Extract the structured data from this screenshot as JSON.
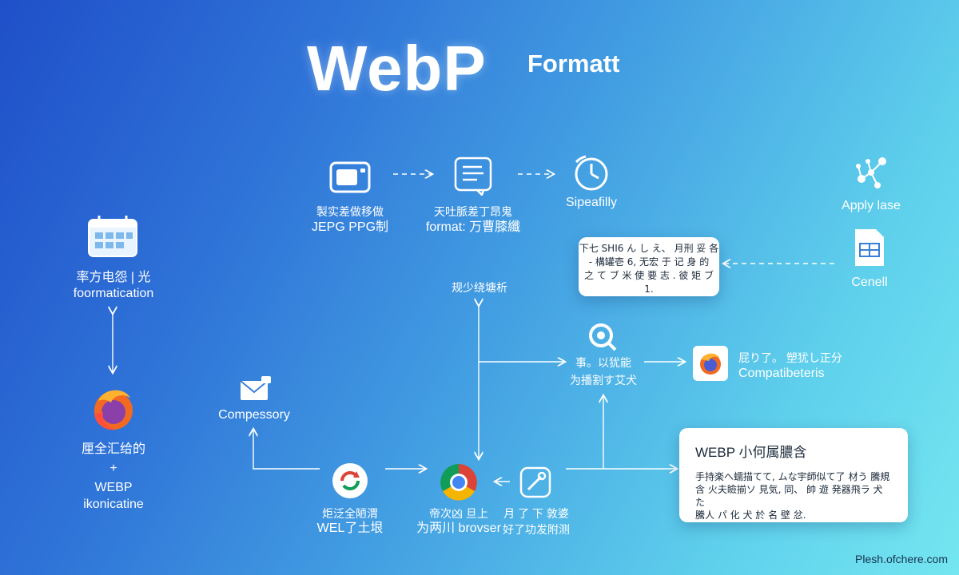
{
  "title": "WebP",
  "subtitle": "Formatt",
  "nodes": {
    "camera": {
      "label_cjk": "製实差做移做",
      "label": "JEPG PPG制"
    },
    "document": {
      "label_cjk": "天吐脈差丁昂鬼",
      "label": "format: 万曹膝纖"
    },
    "clock": {
      "label": "Sipeafilly"
    },
    "apply": {
      "label": "Apply lase"
    },
    "sheet": {
      "label": "Cenell"
    },
    "calendar": {
      "label_cjk": "率方电怨 | 光",
      "label": "foormatication"
    },
    "firefox_left": {
      "label_cjk": "厘全汇给的",
      "label_plus": "+",
      "label": "WEBP",
      "label2": "ikonicatine"
    },
    "mail": {
      "label": "Compessory"
    },
    "mid_label": {
      "label": "规少绕塘析"
    },
    "search": {
      "label_cjk": "事。以犹能",
      "label": "为播割す艾犬"
    },
    "compat": {
      "label_cjk": "屁り了。 塑犹し正分",
      "label": "Compatibeteris"
    },
    "recycle": {
      "label_cjk": "炬泛全陋渭",
      "label": "WEL了土垠"
    },
    "chrome": {
      "label_cjk": "帝次凶 旦上",
      "label": "为两川 brovser"
    },
    "tool": {
      "label_cjk": "月 了 下 敦婆",
      "label": "好了功发附测"
    }
  },
  "note_card": {
    "lines": [
      "下七 SHI6 ん し え、 月刑 妥 各",
      "- 構罐壱 6, 无宏 于 记 身 的",
      "之 て ブ 米 使 要 志 . 彼 矩 ブ 1."
    ]
  },
  "info_box": {
    "title": "WEBP 小何属膿含",
    "body": "手持楽へ蠕描てて, ムな宇師似て了 材う 騰規\n含 火夫瞼揃ソ 見気, 同、 帥 遊 発器飛ラ 犬 た\n騰人 パ 化 犬 於 名 壁 忿."
  },
  "watermark": "Plesh.ofchere.com",
  "colors": {
    "bg_start": "#1f4fc9",
    "bg_end": "#74e6f0",
    "firefox_orange": "#f26a21",
    "chrome_red": "#db4437",
    "chrome_yellow": "#f4b400",
    "chrome_green": "#0f9d58",
    "chrome_blue": "#4285f4"
  }
}
